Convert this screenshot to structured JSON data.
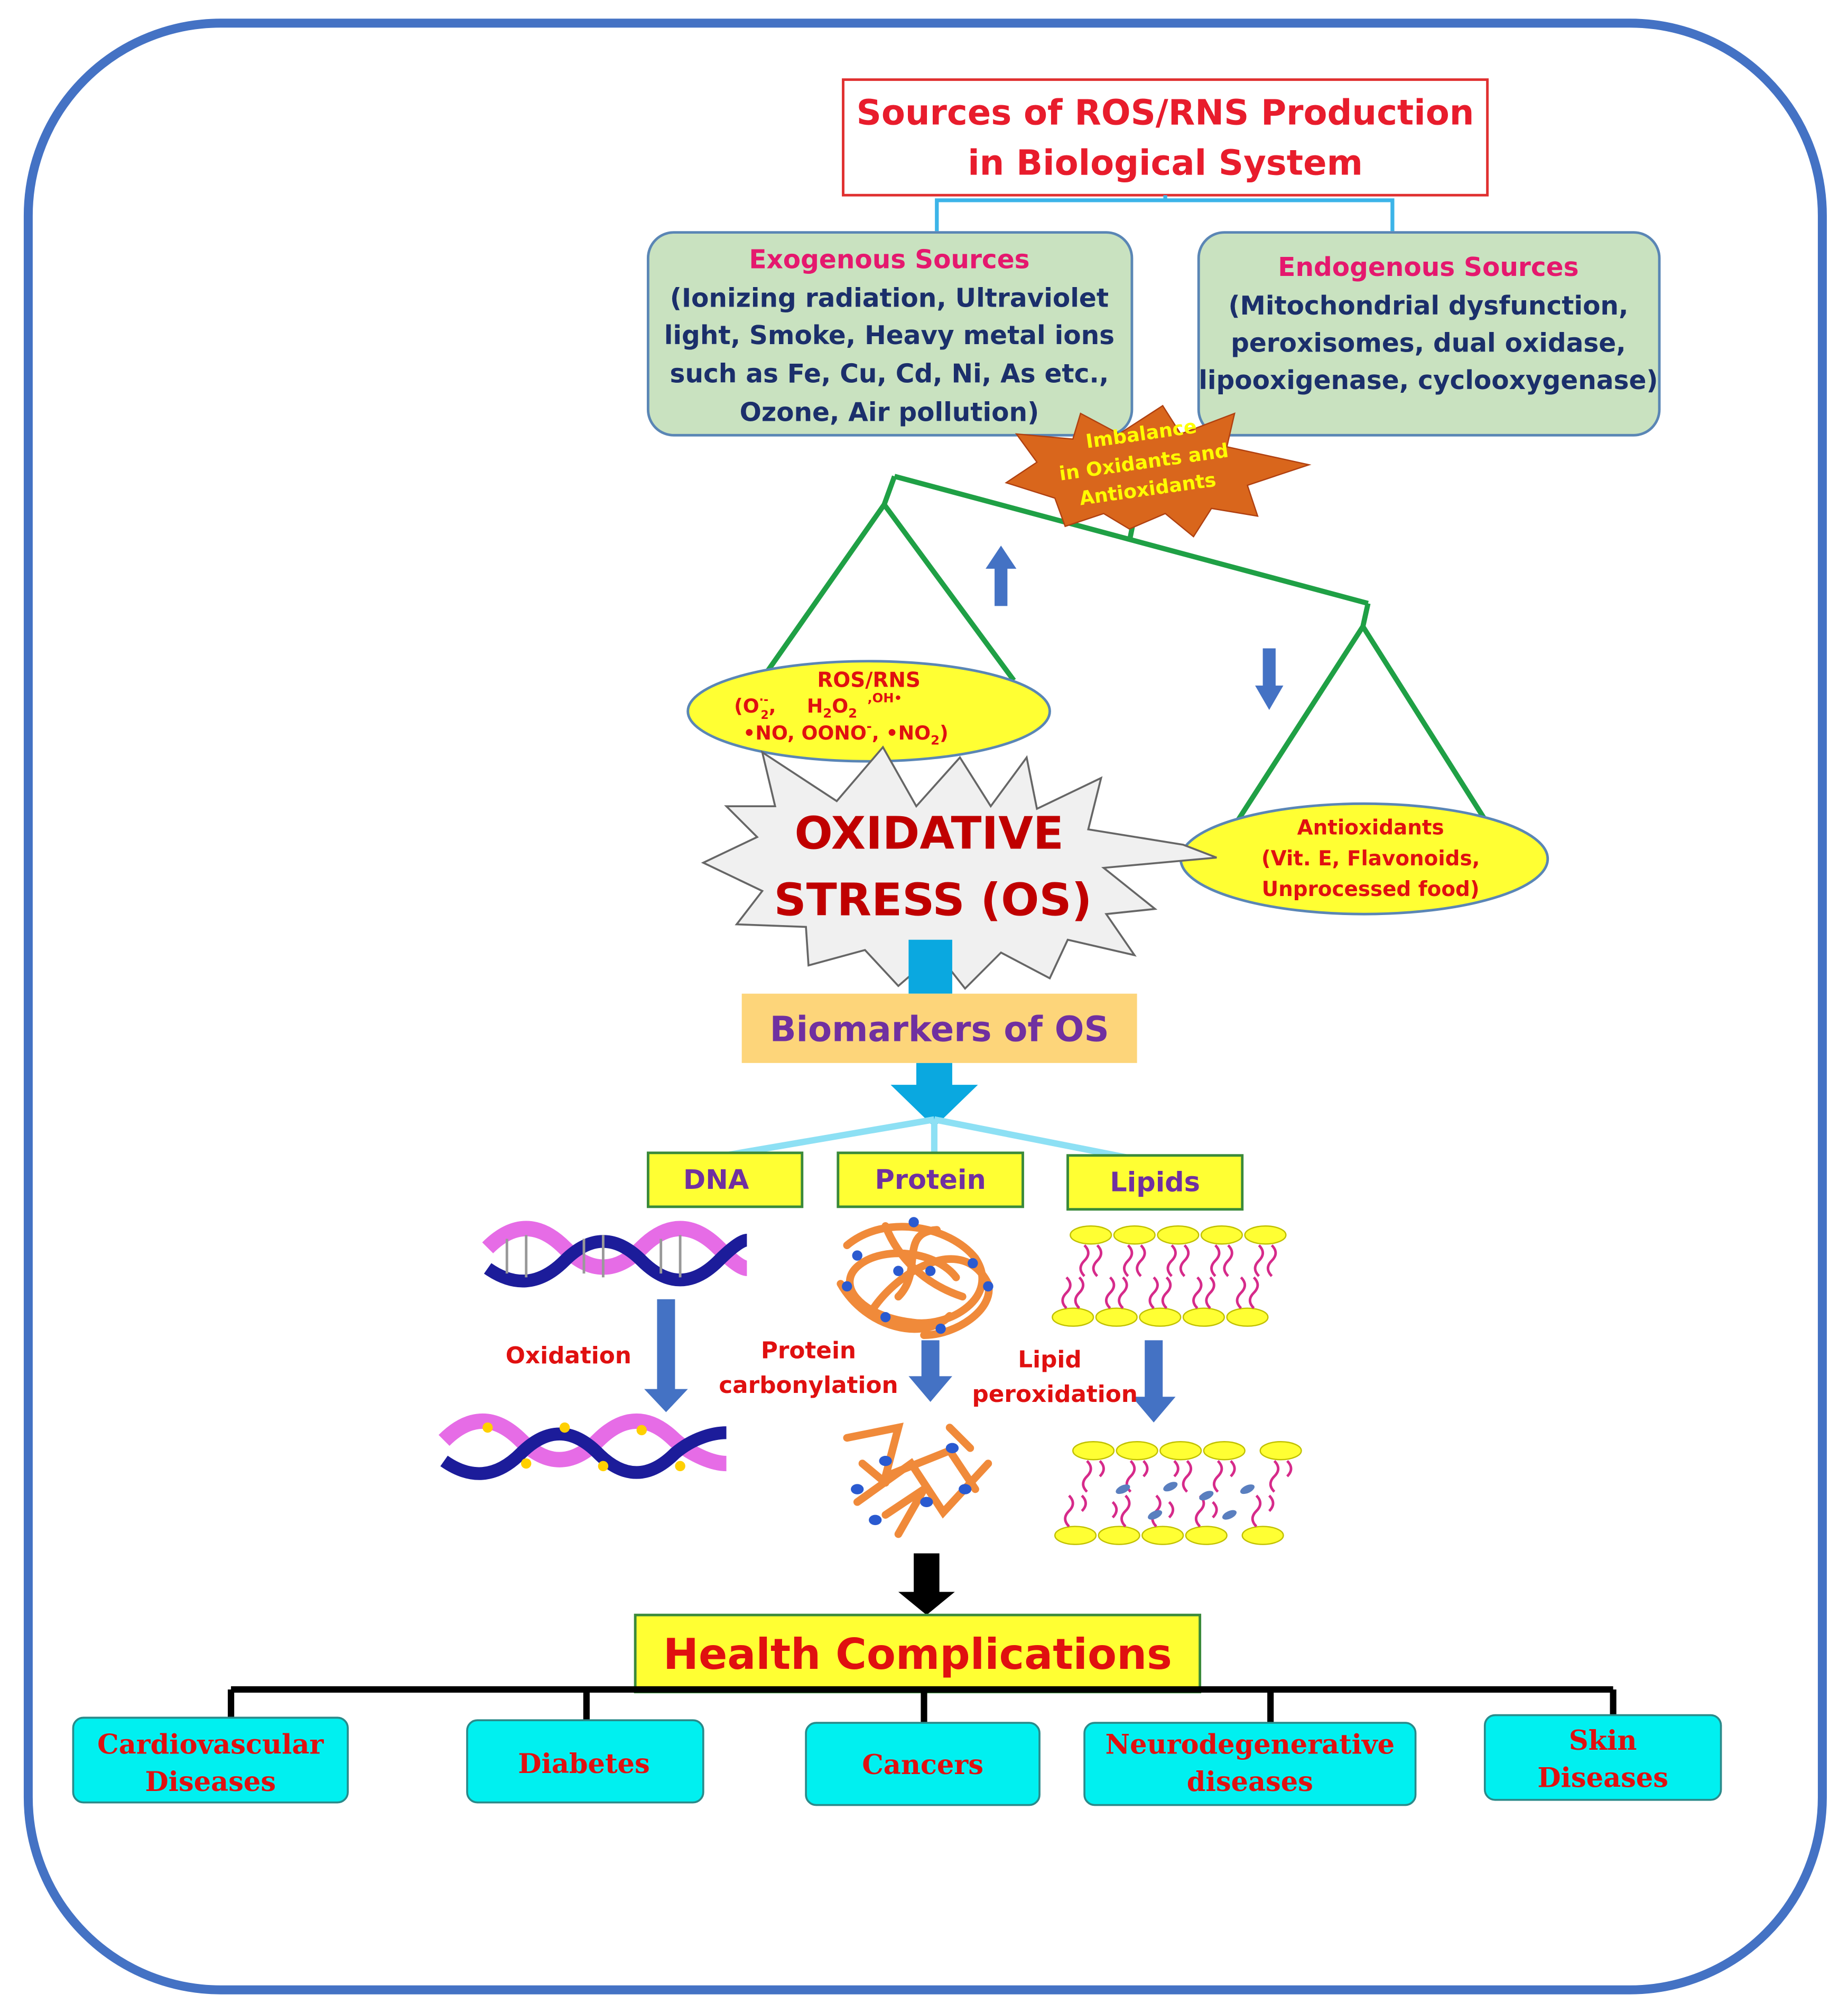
{
  "colors": {
    "frame": "#4472c4",
    "title_text": "#e81c2c",
    "title_border": "#e03030",
    "source_fill": "#c9e2c0",
    "source_border": "#5a86b5",
    "source_heading": "#e5186e",
    "navy_text": "#1b2f6b",
    "bracket": "#3cb4e8",
    "balance": "#1fa045",
    "ellipse_fill": "#ffff33",
    "red_text": "#e01010",
    "dark_red": "#c00000",
    "starburst_fill": "#d9661c",
    "starburst_text": "#ffff00",
    "os_fill": "#f0f0f0",
    "big_arrow": "#0aa8e0",
    "biomarker_fill": "#fdd57a",
    "purple_text": "#7030a0",
    "label_box": "#ffff33",
    "label_border": "#3a8a3a",
    "small_arrow": "#4472c4",
    "disease_fill": "#00f0f0",
    "disease_text": "#e01010",
    "black": "#000000"
  },
  "title": {
    "line1": "Sources of ROS/RNS Production",
    "line2": "in Biological System"
  },
  "exogenous": {
    "heading": "Exogenous Sources",
    "lines": [
      "(Ionizing radiation, Ultraviolet",
      "light, Smoke, Heavy metal ions",
      "such as Fe, Cu, Cd, Ni, As etc.,",
      "Ozone, Air pollution)"
    ]
  },
  "endogenous": {
    "heading": "Endogenous Sources",
    "lines": [
      "(Mitochondrial dysfunction,",
      "peroxisomes, dual oxidase,",
      "lipooxigenase, cyclooxygenase)"
    ]
  },
  "imbalance": {
    "lines": [
      "Imbalance",
      "in Oxidants and",
      "Antioxidants"
    ]
  },
  "ros": {
    "title": "ROS/RNS",
    "o2": "(O",
    "o2_sup": "·-",
    "o2_sub": "2",
    "sep1": ",",
    "h2o2": "H",
    "h2o2_sub1": "2",
    "h2o2_o": "O",
    "h2o2_sub2": "2",
    "oh": ",OH•",
    "line3a": "•NO, OONO",
    "line3a_sup": "-",
    "line3b": ", •NO",
    "line3b_sub": "2",
    "line3c": ")"
  },
  "antioxidants": {
    "lines": [
      "Antioxidants",
      "(Vit. E, Flavonoids,",
      "Unprocessed food)"
    ]
  },
  "oxidative_stress": {
    "line1": "OXIDATIVE",
    "line2": "STRESS (OS)"
  },
  "biomarkers": "Biomarkers of OS",
  "targets": {
    "dna": "DNA",
    "protein": "Protein",
    "lipids": "Lipids"
  },
  "processes": {
    "dna": "Oxidation",
    "protein": [
      "Protein",
      "carbonylation"
    ],
    "lipid": [
      "Lipid",
      "peroxidation"
    ]
  },
  "health": "Health Complications",
  "diseases": [
    [
      "Cardiovascular",
      "Diseases"
    ],
    [
      "Diabetes"
    ],
    [
      "Cancers"
    ],
    [
      "Neurodegenerative",
      "diseases"
    ],
    [
      "Skin",
      "Diseases"
    ]
  ]
}
